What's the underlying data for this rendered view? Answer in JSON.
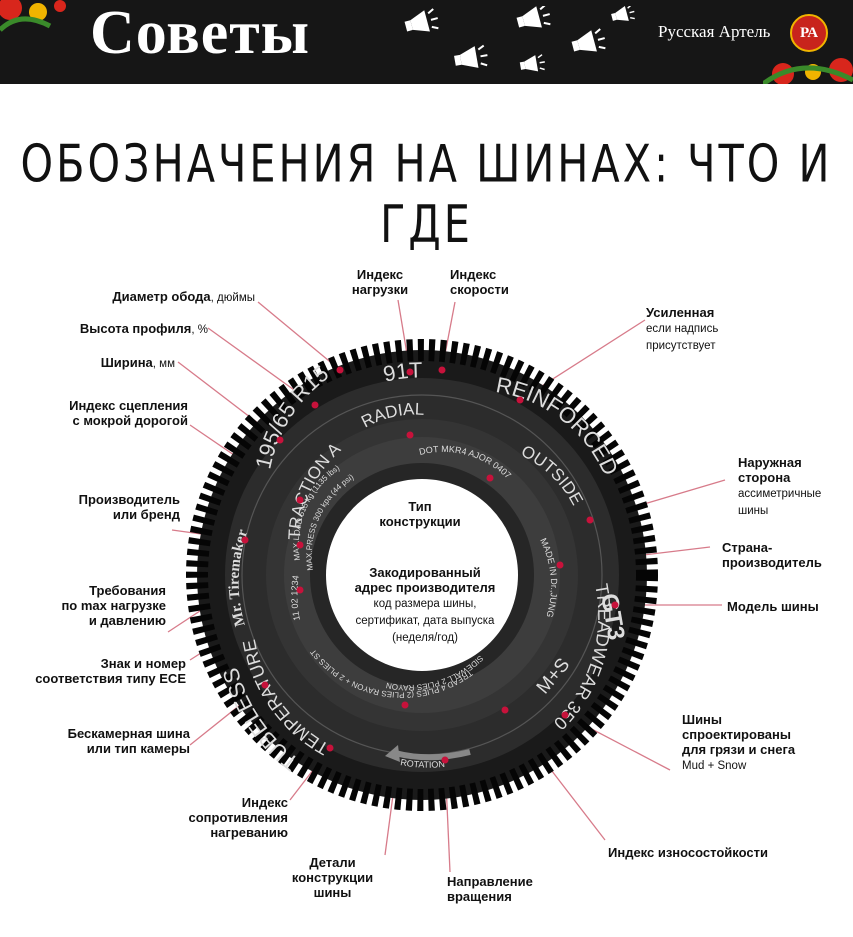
{
  "header": {
    "title": "Советы",
    "brand": "Русская Артель",
    "logo_text": "РА",
    "icon": "megaphone-icon"
  },
  "headline": "ОБОЗНАЧЕНИЯ НА ШИНАХ: ЧТО И ГДЕ",
  "tire": {
    "size": "195/65 R15",
    "load_speed": "91T",
    "reinforced": "REINFORCED",
    "radial": "RADIAL",
    "outside": "OUTSIDE",
    "dot": "DOT MKR4 AJOR 0407",
    "made_in": "MADE IN Dr.,JUNG",
    "model": "GT3",
    "treadwear": "TREADWEAR 350",
    "mud_snow": "M+S",
    "rotation": "ROTATION",
    "tread_plies": "TREAD 4 PLIES (2 PLIES RAYON + 2 PLIES STEEL)",
    "sidewall_plies": "SIDEWALL 2 PLIES RAYON",
    "temperature": "TEMPERATURE A",
    "tubeless": "TUBELESS",
    "ece": "11 02 1234",
    "brand": "Mr. Tiremaker",
    "traction": "TRACTION A",
    "max_load": "MAX.LOAD 515 kg (1135 lbs)",
    "max_press": "MAX.PRESS 300 kpa (44 psi)"
  },
  "labels": {
    "rim_diameter": {
      "bold": "Диаметр обода",
      "normal": ", дюймы"
    },
    "profile_height": {
      "bold": "Высота профиля",
      "normal": ", %"
    },
    "width": {
      "bold": "Ширина",
      "normal": ", мм"
    },
    "wet_grip": {
      "line1": "Индекс сцепления",
      "line2": "с мокрой дорогой"
    },
    "manufacturer": {
      "line1": "Производитель",
      "line2": "или бренд"
    },
    "max_load_press": {
      "line1": "Требования",
      "line2": "по max нагрузке",
      "line3": "и давлению"
    },
    "ece": {
      "line1": "Знак и номер",
      "line2": "соответствия типу ЕСЕ"
    },
    "tubeless": {
      "line1": "Бескамерная шина",
      "line2": "или тип камеры"
    },
    "heat_resistance": {
      "line1": "Индекс",
      "line2": "сопротивления",
      "line3": "нагреванию"
    },
    "construction_details": {
      "line1": "Детали",
      "line2": "конструкции",
      "line3": "шины"
    },
    "rotation": {
      "line1": "Направление",
      "line2": "вращения"
    },
    "treadwear": "Индекс износостойкости",
    "mud_snow": {
      "line1": "Шины",
      "line2": "спроектированы",
      "line3": "для грязи и снега",
      "sub": "Mud + Snow"
    },
    "model": "Модель шины",
    "country": {
      "line1": "Страна-",
      "line2": "производитель"
    },
    "outer_side": {
      "line1": "Наружная",
      "line2": "сторона",
      "sub1": "ассиметричные",
      "sub2": "шины"
    },
    "reinforced": {
      "line1": "Усиленная",
      "sub1": "если надпись",
      "sub2": "присутствует"
    },
    "load_index": {
      "line1": "Индекс",
      "line2": "нагрузки"
    },
    "speed_index": {
      "line1": "Индекс",
      "line2": "скорости"
    },
    "construction_type": {
      "line1": "Тип",
      "line2": "конструкции"
    },
    "mfr_code": {
      "line1": "Закодированный",
      "line2": "адрес производителя",
      "sub1": "код размера шины,",
      "sub2": "сертификат, дата выпуска",
      "sub3": "(неделя/год)"
    }
  }
}
